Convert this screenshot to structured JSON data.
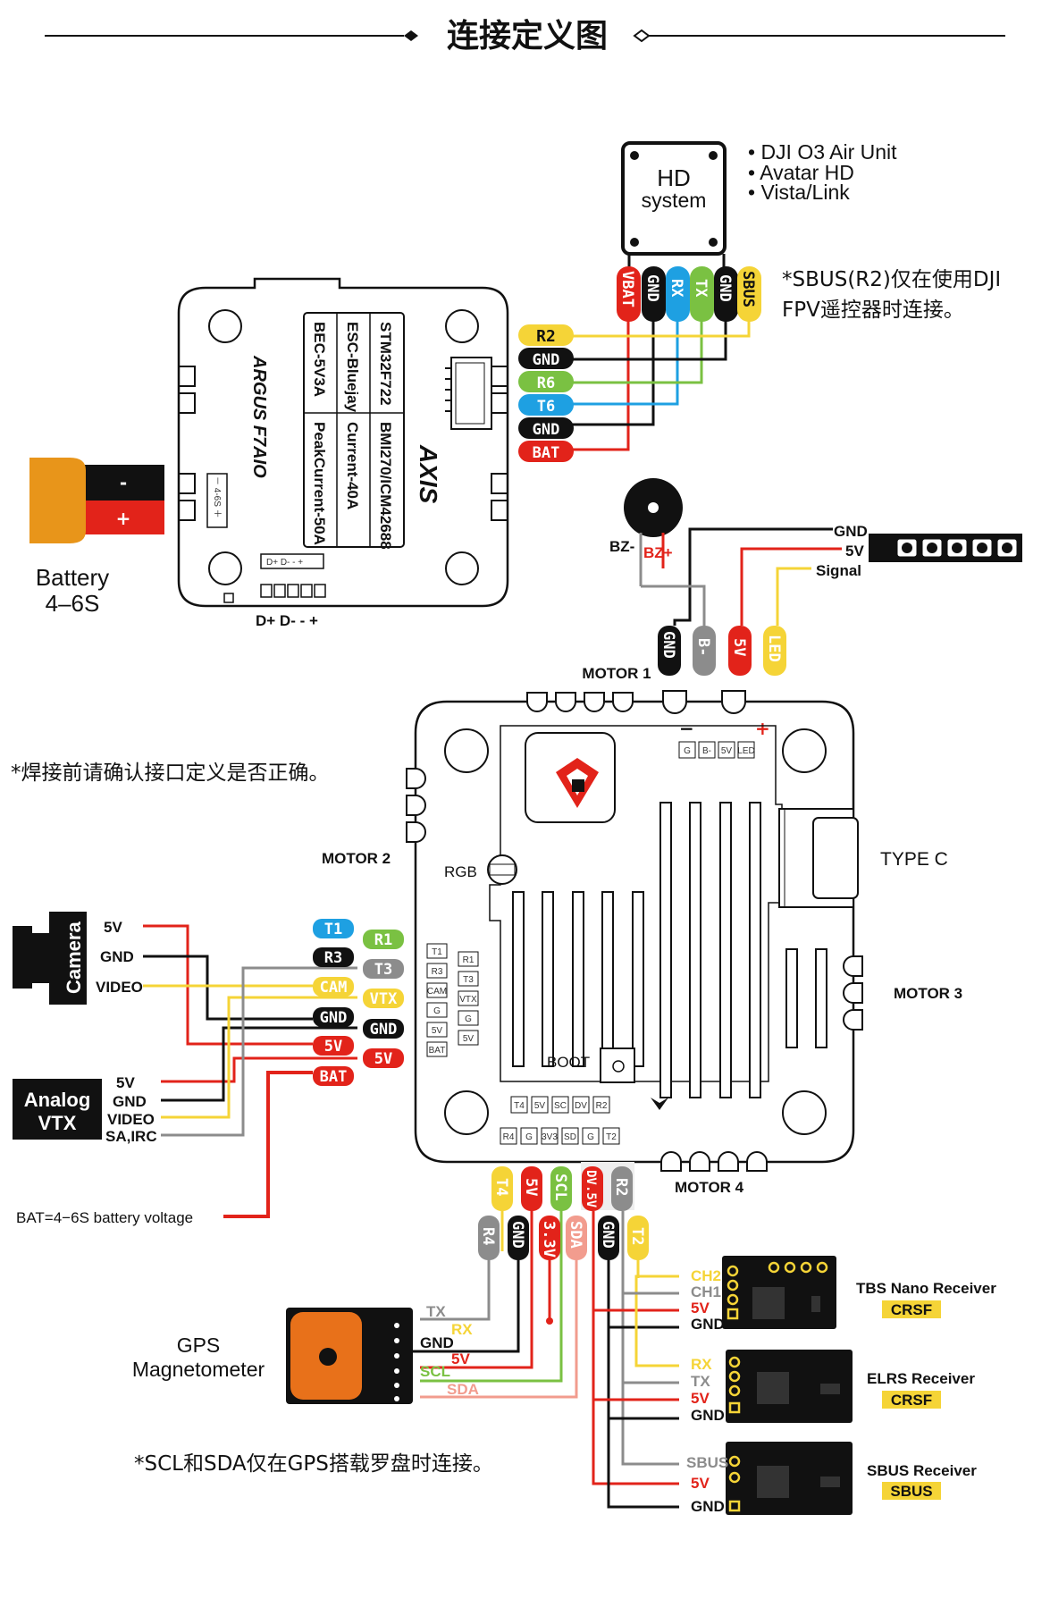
{
  "header": {
    "title": "连接定义图"
  },
  "colors": {
    "red": "#e2231a",
    "black": "#111111",
    "yellow": "#f5d437",
    "green": "#7ac142",
    "blue": "#1ea0e2",
    "grey": "#8c8c8c",
    "salmon": "#f29c8e",
    "orange": "#e8711a"
  },
  "hd_system": {
    "box_line1": "HD",
    "box_line2": "system",
    "bullets": [
      "• DJI O3 Air Unit",
      "• Avatar HD",
      "• Vista/Link"
    ],
    "note_line1": "*SBUS(R2)仅在使用DJI",
    "note_line2": "FPV遥控器时连接。",
    "pins": [
      "VBAT",
      "GND",
      "RX",
      "TX",
      "GND",
      "SBUS"
    ],
    "board_pads": [
      "R2",
      "GND",
      "R6",
      "T6",
      "GND",
      "BAT"
    ]
  },
  "esc": {
    "brand": "ARGUS F7AIO",
    "logo": "AXIS",
    "spec_col1": [
      "STM32F722",
      "BMI270/ICM42688"
    ],
    "spec_col2": [
      "ESC-Bluejay",
      "Current-40A"
    ],
    "spec_col3": [
      "BEC-5V3A",
      "PeakCurrent-50A"
    ],
    "side_label": "－ 4-6S ＋",
    "bottom_pads": "D+ D- - +",
    "top_tiny": "D+ D- - +"
  },
  "battery": {
    "label_line1": "Battery",
    "label_line2": "4–6S",
    "minus": "-",
    "plus": "+"
  },
  "led": {
    "gnd": "GND",
    "v5": "5V",
    "signal": "Signal"
  },
  "buzzer": {
    "bz_minus": "BZ-",
    "bz_plus": "BZ+"
  },
  "top_connector": [
    "GND",
    "B-",
    "5V",
    "LED"
  ],
  "board_labels": {
    "motor1": "MOTOR 1",
    "motor2": "MOTOR 2",
    "motor3": "MOTOR 3",
    "motor4": "MOTOR 4",
    "rgb": "RGB",
    "boot": "BOOT",
    "typec": "TYPE C",
    "top_pads": [
      "G",
      "B-",
      "5V",
      "LED"
    ],
    "left_pads_a": [
      "T1",
      "R3",
      "CAM",
      "G",
      "5V",
      "BAT"
    ],
    "left_pads_b": [
      "R1",
      "T3",
      "VTX",
      "G",
      "5V"
    ],
    "bottom_pads_a": [
      "T4",
      "5V",
      "SC",
      "DV",
      "R2"
    ],
    "bottom_pads_b": [
      "R4",
      "G",
      "3V3",
      "SD",
      "G",
      "T2"
    ]
  },
  "solder_note": "*焊接前请确认接口定义是否正确。",
  "camera": {
    "name": "Camera",
    "pins": [
      "5V",
      "GND",
      "VIDEO"
    ]
  },
  "vtx": {
    "name_line1": "Analog",
    "name_line2": "VTX",
    "pins": [
      "5V",
      "GND",
      "VIDEO",
      "SA,IRC"
    ]
  },
  "left_pads_col1": [
    "T1",
    "R3",
    "CAM",
    "GND",
    "5V",
    "BAT"
  ],
  "left_pads_col2": [
    "R1",
    "T3",
    "VTX",
    "GND",
    "5V"
  ],
  "bat_note": "BAT=4−6S battery voltage",
  "bottom_pads_row1": [
    "T4",
    "5V",
    "SCL",
    "DV.5V",
    "R2"
  ],
  "bottom_pads_row2": [
    "R4",
    "GND",
    "3.3V",
    "SDA",
    "GND",
    "T2"
  ],
  "gps": {
    "name_line1": "GPS",
    "name_line2": "Magnetometer",
    "pins": [
      "TX",
      "RX",
      "GND",
      "5V",
      "SCL",
      "SDA"
    ],
    "note": "*SCL和SDA仅在GPS搭载罗盘时连接。"
  },
  "receivers": [
    {
      "name": "TBS Nano Receiver",
      "protocol": "CRSF",
      "pins": [
        "CH2",
        "CH1",
        "5V",
        "GND"
      ]
    },
    {
      "name": "ELRS Receiver",
      "protocol": "CRSF",
      "pins": [
        "RX",
        "TX",
        "5V",
        "GND"
      ]
    },
    {
      "name": "SBUS Receiver",
      "protocol": "SBUS",
      "pins": [
        "SBUS",
        "5V",
        "GND"
      ]
    }
  ]
}
